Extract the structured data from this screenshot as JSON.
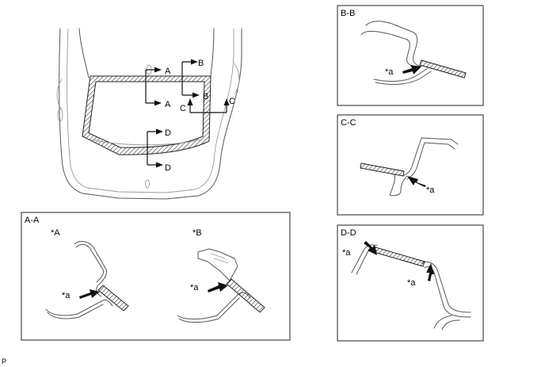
{
  "overview": {
    "section_labels": {
      "A_top": "A",
      "A_bottom": "A",
      "B_top": "B",
      "B_bottom": "B",
      "C_left": "C",
      "C_right": "C",
      "D_top": "D",
      "D_bottom": "D"
    }
  },
  "panels": {
    "aa": {
      "title": "A-A",
      "sub_a": "*A",
      "sub_b": "*B",
      "callout_1": "*a",
      "callout_2": "*a"
    },
    "bb": {
      "title": "B-B",
      "callout": "*a"
    },
    "cc": {
      "title": "C-C",
      "callout": "*a"
    },
    "dd": {
      "title": "D-D",
      "callout_1": "*a",
      "callout_2": "*a"
    }
  },
  "footer": {
    "code": "P"
  }
}
